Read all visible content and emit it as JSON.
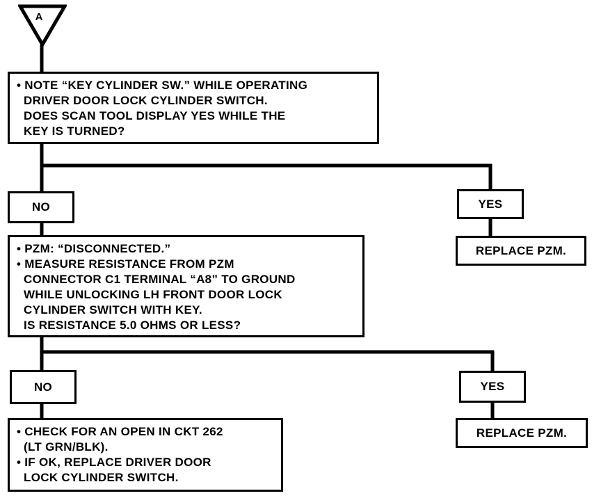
{
  "start": {
    "label": "A"
  },
  "q1": {
    "lines": [
      "• NOTE “KEY CYLINDER SW.” WHILE OPERATING",
      "  DRIVER DOOR LOCK CYLINDER SWITCH.",
      "  DOES SCAN TOOL DISPLAY YES WHILE THE",
      "  KEY IS TURNED?"
    ]
  },
  "b1": {
    "no": "NO",
    "yes": "YES",
    "yes_action": "REPLACE PZM."
  },
  "q2": {
    "lines": [
      "• PZM: “DISCONNECTED.”",
      "• MEASURE RESISTANCE FROM PZM",
      "  CONNECTOR C1 TERMINAL “A8” TO GROUND",
      "  WHILE UNLOCKING LH FRONT DOOR LOCK",
      "  CYLINDER SWITCH WITH KEY.",
      "  IS RESISTANCE 5.0 OHMS OR LESS?"
    ]
  },
  "b2": {
    "no": "NO",
    "yes": "YES",
    "yes_action": "REPLACE PZM."
  },
  "no_action": {
    "lines": [
      "• CHECK FOR AN OPEN IN CKT 262",
      "  (LT GRN/BLK).",
      "• IF OK, REPLACE DRIVER DOOR",
      "  LOCK CYLINDER SWITCH."
    ]
  }
}
